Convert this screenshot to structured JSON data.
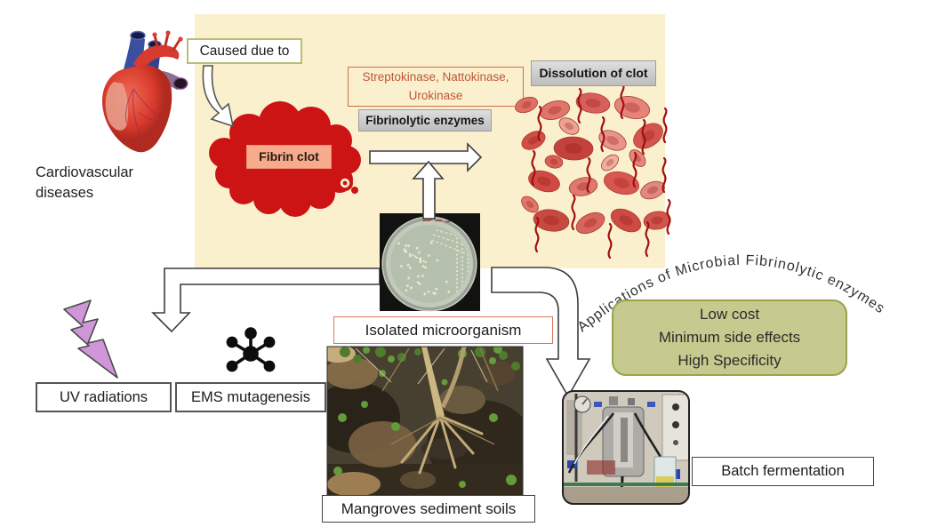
{
  "top_panel": {
    "caused_due_to": "Caused due to",
    "cardiovascular_label": "Cardiovascular diseases",
    "fibrin_clot_label": "Fibrin clot",
    "enzyme_names": "Streptokinase, Nattokinase, Urokinase",
    "fibrinolytic_label": "Fibrinolytic enzymes",
    "dissolution_label": "Dissolution of clot"
  },
  "isolation": {
    "isolated_label": "Isolated microorganism",
    "mangroves_label": "Mangroves sediment soils"
  },
  "mutagenesis": {
    "uv_label": "UV radiations",
    "ems_label": "EMS mutagenesis"
  },
  "applications": {
    "arc_text": "Applications of Microbial Fibrinolytic enzymes",
    "benefits": [
      "Low cost",
      "Minimum side effects",
      "High Specificity"
    ],
    "batch_label": "Batch fermentation"
  },
  "icons": {
    "heart": "heart-anatomy-illustration",
    "uv": "lightning-bolt-icon",
    "ems": "molecule-icon",
    "petri": "petri-dish-photo",
    "mangrove": "mangrove-sediment-photo",
    "bioreactor": "bioreactor-photo",
    "blood_cells": "red-blood-cells-illustration"
  },
  "colors": {
    "panel_bg": "#fbf0cd",
    "cloud_red": "#cc1414",
    "fibrin_box_bg": "#f7ab8c",
    "enzyme_text": "#bf5537",
    "enzyme_border": "#cd6d4a",
    "gray_box_bg": "#cfcfcf",
    "green_box_bg": "#c6ca8e",
    "green_box_border": "#9aa34c",
    "uv_bolt": "#d195da",
    "caused_border": "#b9bd74",
    "isolated_border": "#d8775a"
  }
}
